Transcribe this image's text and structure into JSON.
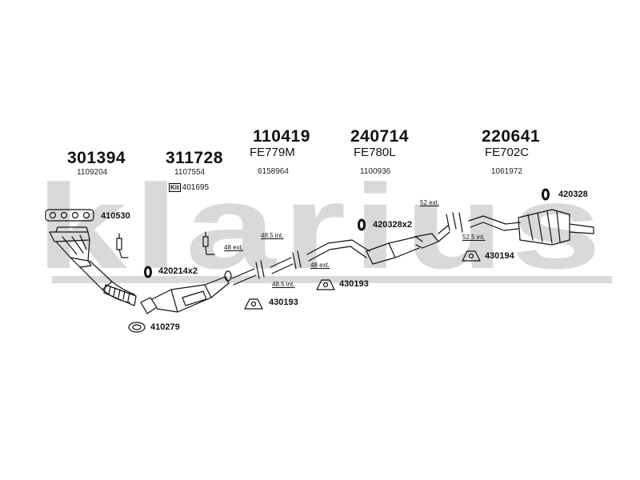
{
  "watermark": {
    "text": "klarius",
    "color": "#d9d9d9"
  },
  "parts": [
    {
      "number": "301394",
      "ref": "1109204"
    },
    {
      "number": "311728",
      "ref": "1107554"
    },
    {
      "number": "110419",
      "code": "FE779M",
      "ref": "6158964"
    },
    {
      "number": "240714",
      "code": "FE780L",
      "ref": "1100936"
    },
    {
      "number": "220641",
      "code": "FE702C",
      "ref": "1061972"
    }
  ],
  "kit": {
    "badge": "Kit",
    "number": "401695"
  },
  "accessories": {
    "a410530": "410530",
    "a420214": "420214x2",
    "a410279": "410279",
    "a430193_left": "430193",
    "a430193_right": "430193",
    "a420328x2": "420328x2",
    "a420328": "420328",
    "a430194": "430194"
  },
  "measures": {
    "m48ext_top": "48 ext.",
    "m485int_top": "48.5 int.",
    "m48ext_bottom": "48 ext.",
    "m485int_bottom": "48.5 int.",
    "m52ext": "52 ext.",
    "m525int": "52.5 int."
  },
  "colors": {
    "line": "#111111",
    "watermark": "#d9d9d9"
  }
}
